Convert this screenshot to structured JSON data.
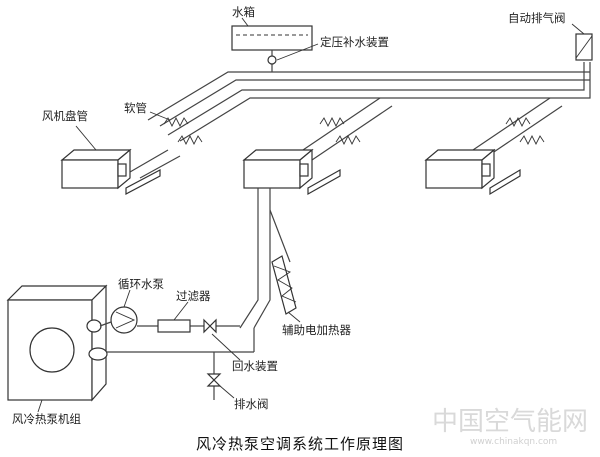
{
  "labels": {
    "water_tank": "水箱",
    "pressure_makeup": "定压补水装置",
    "auto_vent_valve": "自动排气阀",
    "fan_coil": "风机盘管",
    "hose": "软管",
    "circulation_pump": "循环水泵",
    "filter": "过滤器",
    "aux_electric_heater": "辅助电加热器",
    "return_water_device": "回水装置",
    "drain_valve": "排水阀",
    "heat_pump_unit": "风冷热泵机组"
  },
  "caption": "风冷热泵空调系统工作原理图",
  "watermark": {
    "text": "中国空气能网",
    "url": "www.chinakqn.com"
  }
}
